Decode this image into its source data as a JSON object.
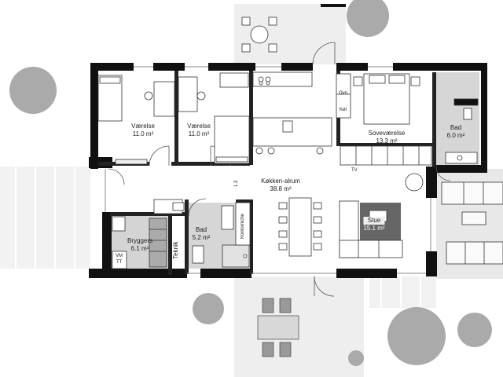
{
  "rooms": {
    "vaerelse1": {
      "name": "Værelse",
      "area": "11.0 m²"
    },
    "vaerelse2": {
      "name": "Værelse",
      "area": "11.0 m²"
    },
    "kokken": {
      "name": "Køkken-alrum",
      "area": "38.8 m²"
    },
    "sovevaerelse": {
      "name": "Soveværelse",
      "area": "13.3 m²"
    },
    "bad_top": {
      "name": "Bad",
      "area": "6.0 m²"
    },
    "bad_bottom": {
      "name": "Bad",
      "area": "5.2 m²"
    },
    "bryggers": {
      "name": "Bryggers",
      "area": "6.1 m²"
    },
    "stue": {
      "name": "Stue",
      "area": "15.1 m²"
    }
  },
  "labels": {
    "ovn": "Ovn",
    "kol": "Køl",
    "tv": "TV",
    "teknik": "Teknik",
    "kontorniche": "Kontorniche",
    "vm": "VM",
    "tt": "TT",
    "hall_width": "1.3"
  },
  "colors": {
    "wall": "#111111",
    "tree": "#aaaaaa",
    "terrace": "#eeeeee",
    "rug": "#666666",
    "floor_wet": "#d6d6d6"
  }
}
